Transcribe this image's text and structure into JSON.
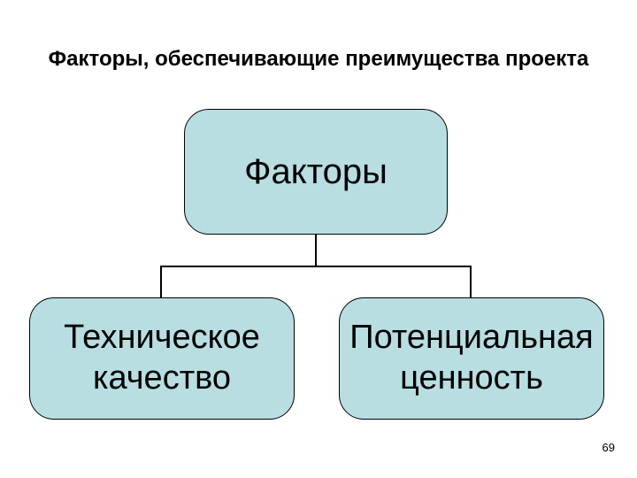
{
  "slide": {
    "title": "Факторы, обеспечивающие преимущества проекта",
    "page_number": "69"
  },
  "diagram": {
    "type": "hierarchy",
    "root": {
      "label": "Факторы"
    },
    "children": [
      {
        "label": "Техническое качество"
      },
      {
        "label": "Потенциальная ценность"
      }
    ]
  },
  "colors": {
    "background": "#ffffff",
    "text": "#000000",
    "box_fill": "#b8dee2",
    "box_border": "#000000",
    "connector": "#000000"
  }
}
